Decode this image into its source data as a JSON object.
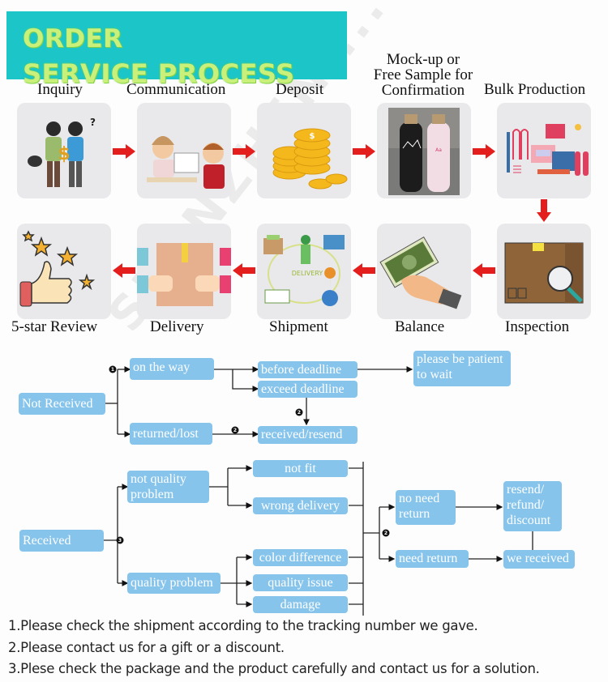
{
  "banner": {
    "line1": "ORDER",
    "line2": "SERVICE PROCESS"
  },
  "watermark": "SHENZHEN ... E-COMMERCE CO.,LTD",
  "steps": [
    {
      "label": "Inquiry",
      "icon": "inquiry-people-icon"
    },
    {
      "label": "Communication",
      "icon": "customer-service-icon"
    },
    {
      "label": "Deposit",
      "icon": "gold-coins-icon"
    },
    {
      "label": "Mock-up or Free Sample for Confirmation",
      "label_lines": [
        "Mock-up or",
        "Free Sample for",
        "Confirmation"
      ],
      "icon": "bottle-sample-photo"
    },
    {
      "label": "Bulk Production",
      "icon": "factory-machine-icon"
    },
    {
      "label": "Inspection",
      "icon": "box-magnifier-icon"
    },
    {
      "label": "Balance",
      "icon": "hand-cash-icon"
    },
    {
      "label": "Shipment",
      "icon": "delivery-concept-icon"
    },
    {
      "label": "Delivery",
      "icon": "package-handover-icon"
    },
    {
      "label": "5-star Review",
      "icon": "thumbs-up-stars-icon"
    }
  ],
  "not_received": {
    "root": "Not Received",
    "on_the_way": "on the way",
    "returned_lost": "returned/lost",
    "before_deadline": "before deadline",
    "exceed_deadline": "exceed deadline",
    "received_resend": "received/resend",
    "please_wait": "please be patient to wait",
    "markers": [
      "1",
      "2",
      "2"
    ]
  },
  "received": {
    "root": "Received",
    "not_quality": "not quality problem",
    "quality_problem": "quality problem",
    "not_fit": "not fit",
    "wrong_delivery": "wrong delivery",
    "color_difference": "color difference",
    "quality_issue": "quality issue",
    "damage": "damage",
    "no_need_return": "no need return",
    "need_return": "need return",
    "resend_refund": "resend/ refund/ discount",
    "we_received": "we received",
    "markers": [
      "3",
      "2"
    ]
  },
  "notes": [
    "1.Please check the shipment according to the tracking number we gave.",
    "2.Please contact us for a gift or a discount.",
    "3.Plese check the package and the product carefully and contact us for a solution."
  ],
  "colors": {
    "banner_bg": "#1cc6c8",
    "banner_text": "#c8f07a",
    "box": "#86c4ec",
    "arrow": "#e41d1d",
    "tile": "#e9e9eb"
  }
}
